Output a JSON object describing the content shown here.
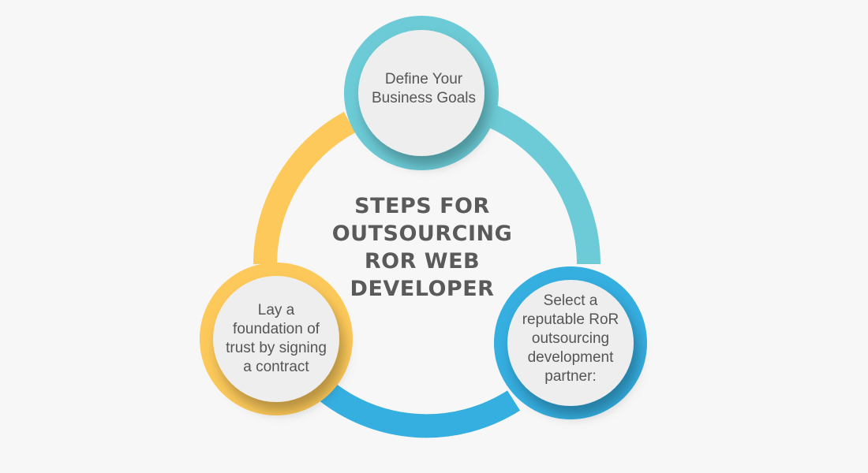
{
  "title_lines": [
    "STEPS FOR",
    "OUTSOURCING",
    "ROR WEB",
    "DEVELOPER"
  ],
  "steps": [
    {
      "lines": [
        "Define Your",
        "Business Goals"
      ],
      "color": "#6ccbd6"
    },
    {
      "lines": [
        "Select a",
        "reputable RoR",
        "outsourcing",
        "development",
        "partner:"
      ],
      "color": "#35aee0"
    },
    {
      "lines": [
        "Lay a",
        "foundation of",
        "trust by signing",
        "a contract"
      ],
      "color": "#fdc95a"
    }
  ],
  "colors": {
    "background": "#f7f7f7",
    "circle_fill": "#eeeeee",
    "title_text": "#5a5a5a",
    "node_text": "#555555"
  }
}
